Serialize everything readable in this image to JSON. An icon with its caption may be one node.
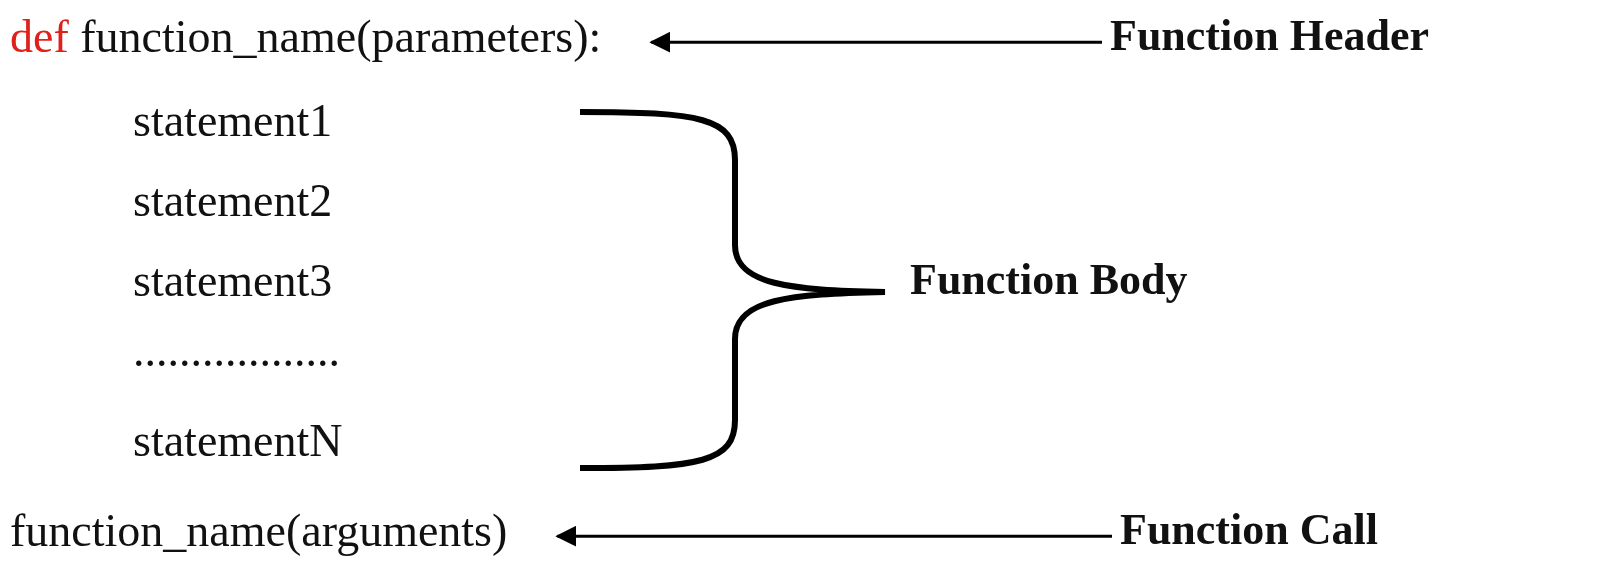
{
  "diagram": {
    "nodes": [
      {
        "text": [
          "def function_name(parameters):"
        ]
      },
      {
        "text": [
          "Function Header"
        ]
      },
      {
        "text": [
          "function_name(arguments)"
        ]
      },
      {
        "text": [
          "Function Call"
        ]
      }
    ],
    "edges": [
      {
        "from": 1,
        "to": 0,
        "arrow": "to"
      },
      {
        "from": 3,
        "to": 2,
        "arrow": "to"
      }
    ],
    "labels": [
      "statement1",
      "statement2",
      "statement3",
      "..................",
      "statementN",
      "Function Body"
    ]
  }
}
